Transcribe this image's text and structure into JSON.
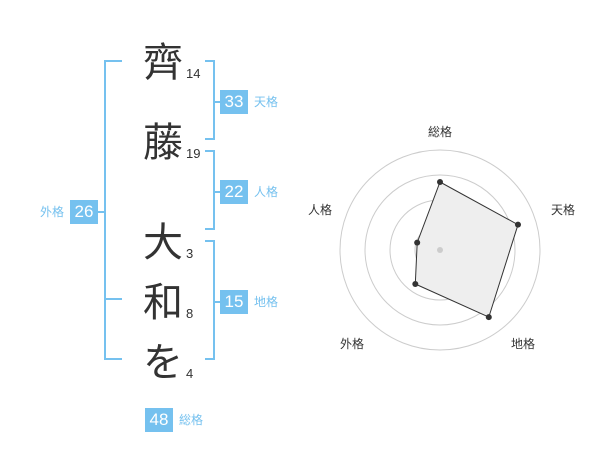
{
  "name": {
    "chars": [
      {
        "char": "齊",
        "strokes": "14"
      },
      {
        "char": "藤",
        "strokes": "19"
      },
      {
        "char": "大",
        "strokes": "3"
      },
      {
        "char": "和",
        "strokes": "8"
      },
      {
        "char": "を",
        "strokes": "4"
      }
    ]
  },
  "fortune": {
    "tenkaku": {
      "value": "33",
      "label": "天格"
    },
    "jinkaku": {
      "value": "22",
      "label": "人格"
    },
    "chikaku": {
      "value": "15",
      "label": "地格"
    },
    "gaikaku": {
      "value": "26",
      "label": "外格"
    },
    "soukaku": {
      "value": "48",
      "label": "総格"
    }
  },
  "chart_data": {
    "type": "radar",
    "axes": [
      "総格",
      "天格",
      "地格",
      "外格",
      "人格"
    ],
    "values": [
      0.68,
      0.82,
      0.83,
      0.42,
      0.24
    ],
    "rings": 4,
    "fill_color": "#eeeeee",
    "line_color": "#333333",
    "ring_color": "#cccccc"
  },
  "colors": {
    "accent": "#75c1ef",
    "text": "#333333"
  }
}
